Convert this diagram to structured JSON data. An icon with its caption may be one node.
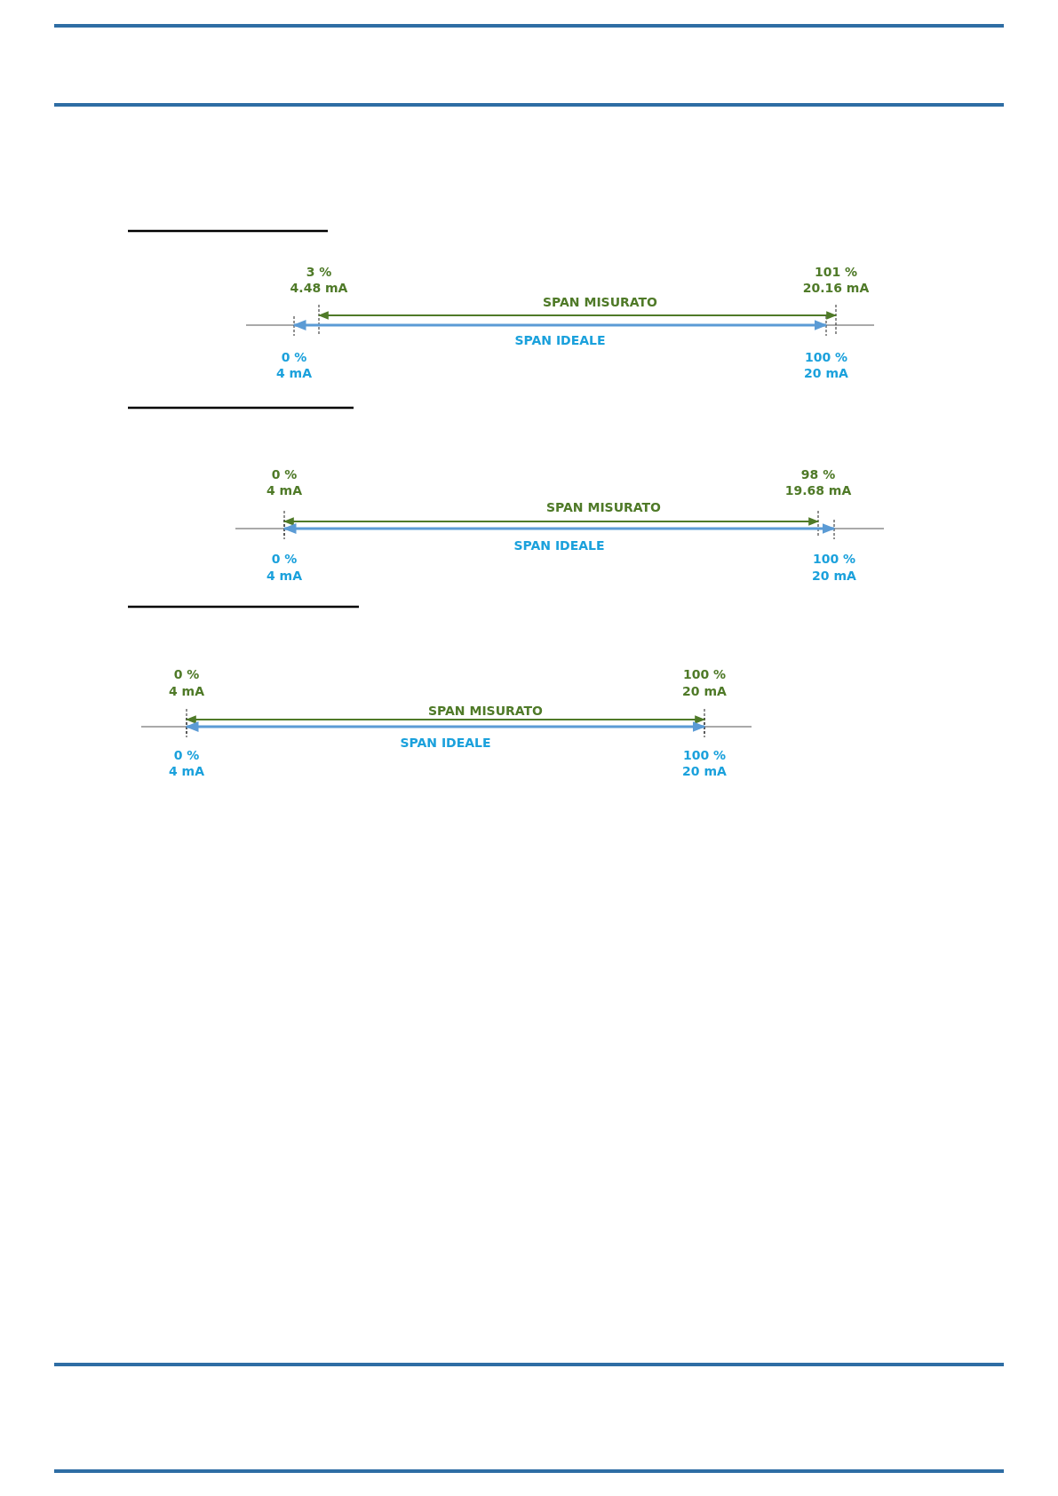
{
  "diagram": {
    "labels": [
      "3 %",
      "4.48 mA",
      "101 %",
      "20.16 mA",
      "SPAN MISURATO",
      "SPAN IDEALE",
      "0 %",
      "4 mA",
      "100 %",
      "20 mA",
      "0 %",
      "4 mA",
      "98 %",
      "19.68 mA",
      "SPAN MISURATO",
      "SPAN IDEALE",
      "0 %",
      "4 mA",
      "100 %",
      "20 mA",
      "0 %",
      "4 mA",
      "100 %",
      "20 mA",
      "SPAN MISURATO",
      "SPAN IDEALE",
      "0 %",
      "4 mA",
      "100 %",
      "20 mA"
    ]
  }
}
